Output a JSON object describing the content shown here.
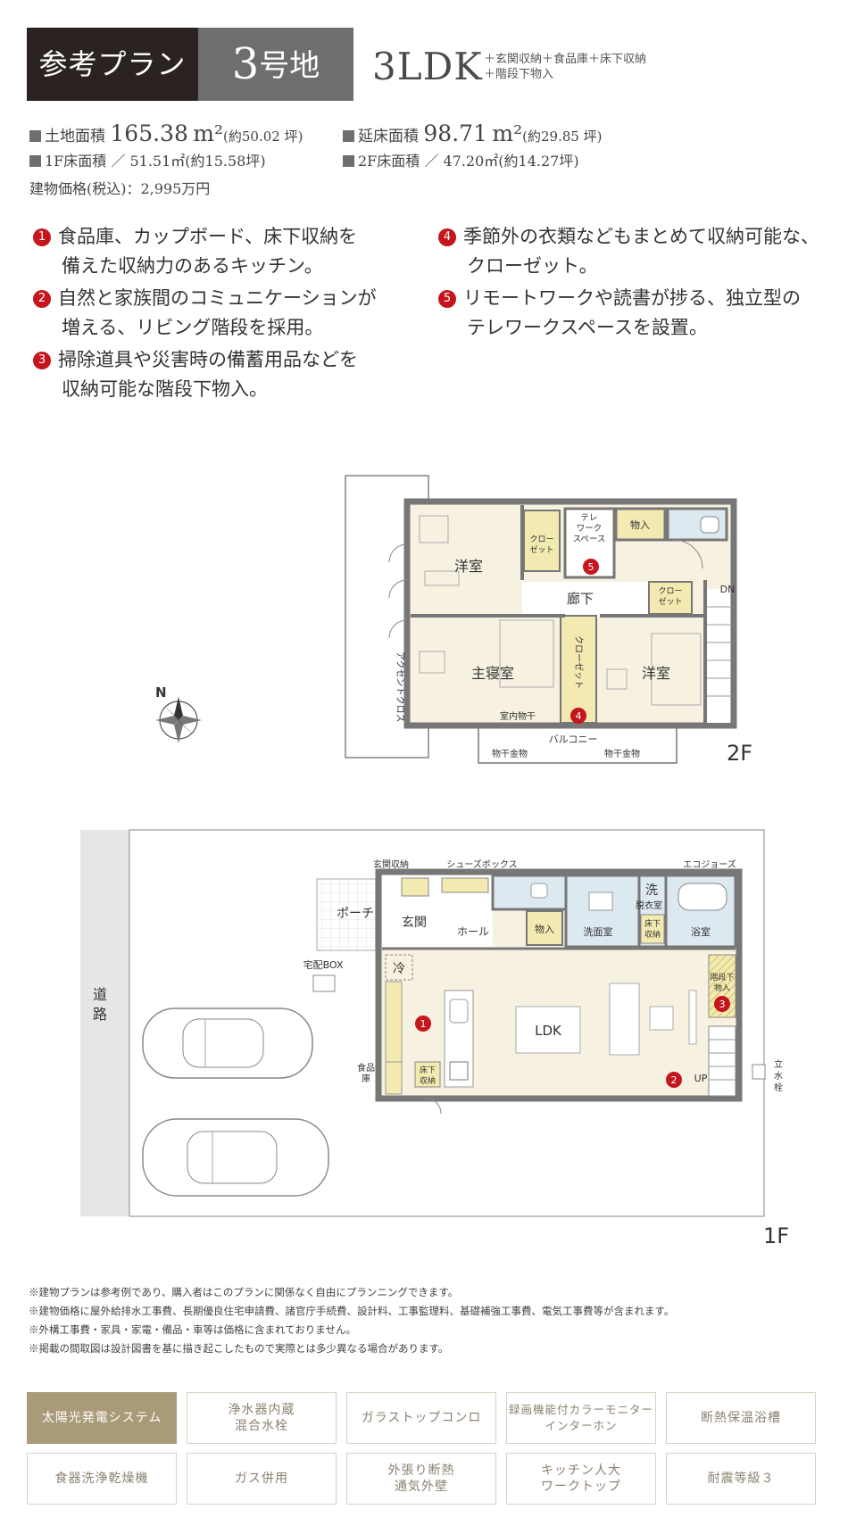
{
  "header": {
    "label": "参考プラン",
    "lot_number": "3",
    "lot_suffix": "号地",
    "plan_type": "3LDK",
    "plan_extra_1": "＋玄関収納＋食品庫＋床下収納",
    "plan_extra_2": "＋階段下物入"
  },
  "specs": {
    "land_label": "土地面積",
    "land_value": "165.38",
    "land_unit": "m²",
    "land_tsubo": "(約50.02 坪)",
    "floor_label": "延床面積",
    "floor_value": "98.71",
    "floor_unit": "m²",
    "floor_tsubo": "(約29.85 坪)",
    "f1_label": "1F床面積",
    "f1_value": "／ 51.51㎡(約15.58坪)",
    "f2_label": "2F床面積",
    "f2_value": "／ 47.20㎡(約14.27坪)",
    "price": "建物価格(税込)：2,995万円"
  },
  "features": [
    {
      "num": "1",
      "line1": "食品庫、カップボード、床下収納を",
      "line2": "備えた収納力のあるキッチン。"
    },
    {
      "num": "2",
      "line1": "自然と家族間のコミュニケーションが",
      "line2": "増える、リビング階段を採用。"
    },
    {
      "num": "3",
      "line1": "掃除道具や災害時の備蓄用品などを",
      "line2": "収納可能な階段下物入。"
    },
    {
      "num": "4",
      "line1": "季節外の衣類などもまとめて収納可能な、",
      "line2": "クローゼット。"
    },
    {
      "num": "5",
      "line1": "リモートワークや読書が捗る、独立型の",
      "line2": "テレワークスペースを設置。"
    }
  ],
  "floor2": {
    "label": "2F",
    "rooms": {
      "western1": "洋室",
      "telework_1": "テレ",
      "telework_2": "ワーク",
      "telework_3": "スペース",
      "storage": "物入",
      "closet_a_1": "クロー",
      "closet_a_2": "ゼット",
      "closet_b_1": "クロー",
      "closet_b_2": "ゼット",
      "hall": "廊下",
      "dn": "DN",
      "master": "主寝室",
      "closet_c": "クローゼット",
      "western2": "洋室",
      "indoor_dry": "室内物干",
      "balcony": "バルコニー",
      "dry_rack_1": "物干金物",
      "dry_rack_2": "物干金物",
      "accent_cross": "アクセントクロス"
    },
    "compass": "N",
    "markers": [
      "5",
      "4"
    ]
  },
  "floor1": {
    "label": "1F",
    "rooms": {
      "entrance_storage": "玄関収納",
      "shoes_box": "シューズボックス",
      "eco_jozu": "エコジョーズ",
      "porch": "ポーチ",
      "entrance": "玄関",
      "hall": "ホール",
      "storage": "物入",
      "washroom": "洗面室",
      "wash": "洗",
      "dressing": "脱衣室",
      "underfloor_1": "床下",
      "underfloor_2": "収納",
      "bath": "浴室",
      "delivery_box": "宅配BOX",
      "fridge": "冷",
      "under_stairs_1": "階段下",
      "under_stairs_2": "物入",
      "ldk": "LDK",
      "pantry_1": "食品",
      "pantry_2": "庫",
      "underfloor_k_1": "床下",
      "underfloor_k_2": "収納",
      "up": "UP",
      "faucet_1": "立",
      "faucet_2": "水",
      "faucet_3": "栓",
      "road_1": "道",
      "road_2": "路"
    },
    "markers": [
      "1",
      "2",
      "3"
    ]
  },
  "notes": [
    "※建物プランは参考例であり、購入者はこのプランに関係なく自由にプランニングできます。",
    "※建物価格に屋外給排水工事費、長期優良住宅申請費、諸官庁手続費、設計料、工事監理料、基礎補強工事費、電気工事費等が含まれます。",
    "※外構工事費・家具・家電・備品・車等は価格に含まれておりません。",
    "※掲載の間取図は設計図書を基に描き起こしたもので実際とは多少異なる場合があります。"
  ],
  "options": [
    {
      "label": "太陽光発電システム",
      "active": true
    },
    {
      "label": "浄水器内蔵\n混合水栓",
      "active": false
    },
    {
      "label": "ガラストップコンロ",
      "active": false
    },
    {
      "label": "録画機能付カラーモニター\nインターホン",
      "active": false
    },
    {
      "label": "断熱保温浴槽",
      "active": false
    },
    {
      "label": "食器洗浄乾燥機",
      "active": false
    },
    {
      "label": "ガス併用",
      "active": false
    },
    {
      "label": "外張り断熱\n通気外壁",
      "active": false
    },
    {
      "label": "キッチン人大\nワークトップ",
      "active": false
    },
    {
      "label": "耐震等級３",
      "active": false
    }
  ],
  "colors": {
    "dark": "#2b2321",
    "gray": "#6e6e6e",
    "room": "#f6f1e1",
    "storage": "#f2eab0",
    "wet": "#dce9f1",
    "marker": "#c4161c",
    "option_on": "#a99a78"
  }
}
